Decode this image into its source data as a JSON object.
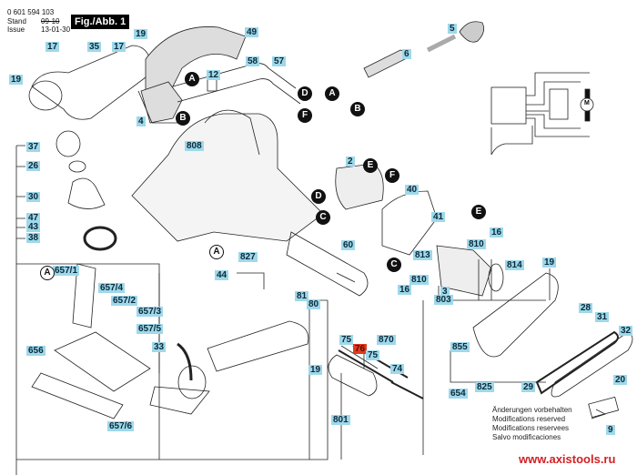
{
  "header": {
    "part_number": "0 601 594 103",
    "stand_label": "Stand",
    "stand_value": "09-10",
    "issue_label": "Issue",
    "issue_value": "13-01-30",
    "figure_title": "Fig./Abb. 1"
  },
  "labels": [
    {
      "id": "17a",
      "text": "17"
    },
    {
      "id": "35",
      "text": "35"
    },
    {
      "id": "17b",
      "text": "17"
    },
    {
      "id": "19a",
      "text": "19"
    },
    {
      "id": "19b",
      "text": "19"
    },
    {
      "id": "49",
      "text": "49"
    },
    {
      "id": "12",
      "text": "12"
    },
    {
      "id": "58",
      "text": "58"
    },
    {
      "id": "57",
      "text": "57"
    },
    {
      "id": "4",
      "text": "4"
    },
    {
      "id": "808",
      "text": "808"
    },
    {
      "id": "5",
      "text": "5"
    },
    {
      "id": "6",
      "text": "6"
    },
    {
      "id": "37",
      "text": "37"
    },
    {
      "id": "26",
      "text": "26"
    },
    {
      "id": "30",
      "text": "30"
    },
    {
      "id": "47",
      "text": "47"
    },
    {
      "id": "43",
      "text": "43"
    },
    {
      "id": "38",
      "text": "38"
    },
    {
      "id": "2",
      "text": "2"
    },
    {
      "id": "40",
      "text": "40"
    },
    {
      "id": "41",
      "text": "41"
    },
    {
      "id": "16a",
      "text": "16"
    },
    {
      "id": "810a",
      "text": "810"
    },
    {
      "id": "60",
      "text": "60"
    },
    {
      "id": "813",
      "text": "813"
    },
    {
      "id": "810b",
      "text": "810"
    },
    {
      "id": "16b",
      "text": "16"
    },
    {
      "id": "3",
      "text": "3"
    },
    {
      "id": "803",
      "text": "803"
    },
    {
      "id": "814",
      "text": "814"
    },
    {
      "id": "19c",
      "text": "19"
    },
    {
      "id": "827",
      "text": "827"
    },
    {
      "id": "44",
      "text": "44"
    },
    {
      "id": "657_1",
      "text": "657/1"
    },
    {
      "id": "657_4",
      "text": "657/4"
    },
    {
      "id": "657_2",
      "text": "657/2"
    },
    {
      "id": "657_3",
      "text": "657/3"
    },
    {
      "id": "657_5",
      "text": "657/5"
    },
    {
      "id": "656",
      "text": "656"
    },
    {
      "id": "657_6",
      "text": "657/6"
    },
    {
      "id": "33",
      "text": "33"
    },
    {
      "id": "81",
      "text": "81"
    },
    {
      "id": "80",
      "text": "80"
    },
    {
      "id": "19d",
      "text": "19"
    },
    {
      "id": "801",
      "text": "801"
    },
    {
      "id": "75a",
      "text": "75"
    },
    {
      "id": "76",
      "text": "76",
      "highlight": true
    },
    {
      "id": "75b",
      "text": "75"
    },
    {
      "id": "870",
      "text": "870"
    },
    {
      "id": "74",
      "text": "74"
    },
    {
      "id": "654",
      "text": "654"
    },
    {
      "id": "855",
      "text": "855"
    },
    {
      "id": "825",
      "text": "825"
    },
    {
      "id": "29",
      "text": "29"
    },
    {
      "id": "28",
      "text": "28"
    },
    {
      "id": "31",
      "text": "31"
    },
    {
      "id": "32",
      "text": "32"
    },
    {
      "id": "20",
      "text": "20"
    },
    {
      "id": "9",
      "text": "9"
    }
  ],
  "reference_markers": [
    {
      "id": "A1",
      "text": "A"
    },
    {
      "id": "B1",
      "text": "B"
    },
    {
      "id": "D1",
      "text": "D"
    },
    {
      "id": "F1",
      "text": "F"
    },
    {
      "id": "A2",
      "text": "A"
    },
    {
      "id": "B2",
      "text": "B"
    },
    {
      "id": "E1",
      "text": "E"
    },
    {
      "id": "F2",
      "text": "F"
    },
    {
      "id": "D2",
      "text": "D"
    },
    {
      "id": "C1",
      "text": "C"
    },
    {
      "id": "E2",
      "text": "E"
    },
    {
      "id": "C2",
      "text": "C"
    },
    {
      "id": "A3",
      "text": "A"
    },
    {
      "id": "A4",
      "text": "A"
    }
  ],
  "motor_symbol": "M",
  "notes": [
    "Änderungen vorbehalten",
    "Modifications reserved",
    "Modifications reservees",
    "Salvo modificaciones"
  ],
  "website": "www.axistools.ru",
  "colors": {
    "label_bg": "#9fd8ea",
    "highlight_bg": "#e03a1e",
    "website": "#d31f24"
  }
}
